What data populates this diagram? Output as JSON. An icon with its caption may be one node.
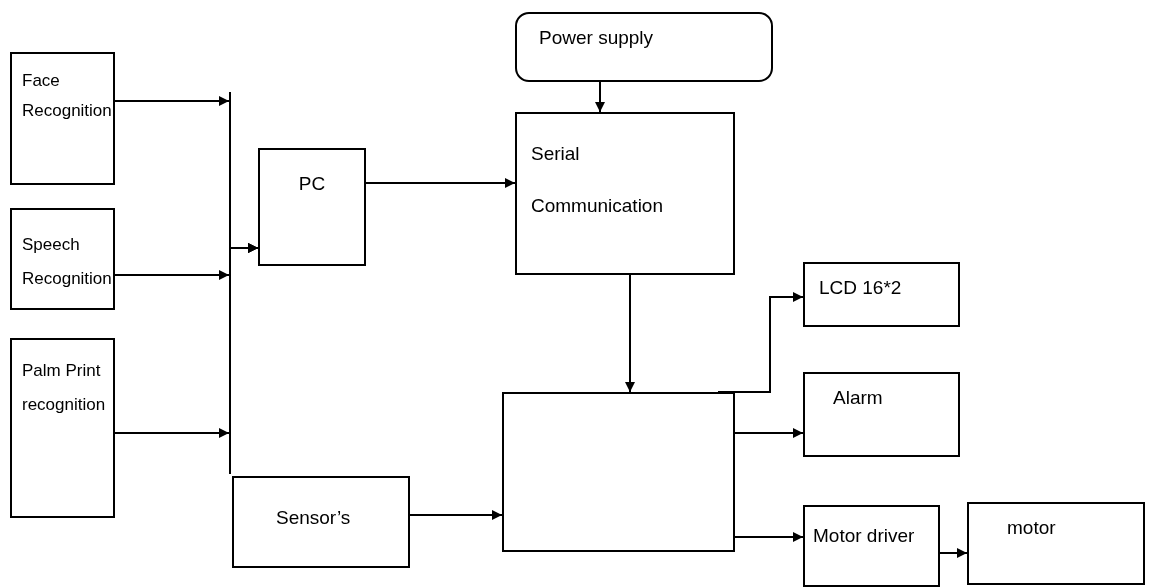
{
  "diagram": {
    "nodes": [
      {
        "text": [
          "Face Recognition"
        ]
      },
      {
        "text": [
          "Speech Recognition"
        ]
      },
      {
        "text": [
          "Palm Print recognition"
        ]
      },
      {
        "text": [
          "PC"
        ]
      },
      {
        "text": [
          "Power supply"
        ]
      },
      {
        "text": [
          "Serial Communication"
        ]
      },
      {
        "text": [],
        "shape": "box"
      },
      {
        "text": [
          "Sensor’s"
        ]
      },
      {
        "text": [
          "LCD 16*2"
        ]
      },
      {
        "text": [
          "Alarm"
        ]
      },
      {
        "text": [
          "Motor driver"
        ]
      },
      {
        "text": [
          "motor"
        ]
      }
    ],
    "edges": [
      {
        "from": 0,
        "to": 3,
        "arrow": "to"
      },
      {
        "from": 1,
        "to": 3,
        "arrow": "to"
      },
      {
        "from": 2,
        "to": 3,
        "arrow": "to"
      },
      {
        "from": 3,
        "to": 5,
        "arrow": "to"
      },
      {
        "from": 4,
        "to": 5,
        "arrow": "to"
      },
      {
        "from": 5,
        "to": 6,
        "arrow": "to"
      },
      {
        "from": 7,
        "to": 6,
        "arrow": "to"
      },
      {
        "from": 6,
        "to": 8,
        "arrow": "to"
      },
      {
        "from": 6,
        "to": 9,
        "arrow": "to"
      },
      {
        "from": 6,
        "to": 10,
        "arrow": "to"
      },
      {
        "from": 10,
        "to": 11,
        "arrow": "to"
      }
    ]
  }
}
